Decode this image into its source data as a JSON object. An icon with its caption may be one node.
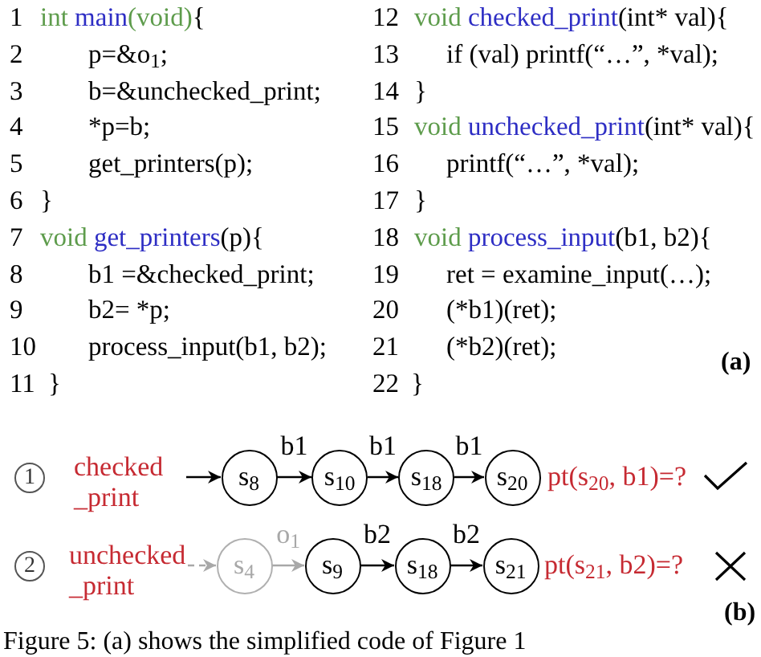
{
  "diagram": {
    "caption": "Figure 5: (a) shows the simplified code of Figure 1",
    "nodes": [
      {
        "text": [
          "checked _print"
        ]
      },
      {
        "text": [
          "s$_{8}$"
        ]
      },
      {
        "text": [
          "s$_{10}$"
        ]
      },
      {
        "text": [
          "s$_{18}$"
        ]
      },
      {
        "text": [
          "s$_{20}$"
        ]
      },
      {
        "text": [
          "unchecked _print"
        ]
      },
      {
        "text": [
          "s$_{4}$"
        ]
      },
      {
        "text": [
          "s$_{9}$"
        ]
      },
      {
        "text": [
          "s$_{18}$"
        ]
      },
      {
        "text": [
          "s$_{21}$"
        ]
      }
    ],
    "edges": [
      {
        "from": 0,
        "to": 1,
        "arrow": "to"
      },
      {
        "from": 1,
        "to": 2,
        "arrow": "to",
        "label": "b1"
      },
      {
        "from": 2,
        "to": 3,
        "arrow": "to",
        "label": "b1"
      },
      {
        "from": 3,
        "to": 4,
        "arrow": "to",
        "label": "b1"
      },
      {
        "from": 5,
        "to": 6,
        "arrow": "to",
        "style": "dashed",
        "color": "#a8a8a8"
      },
      {
        "from": 6,
        "to": 7,
        "arrow": "to",
        "label": "o$_{1}$",
        "color": "#a8a8a8"
      },
      {
        "from": 7,
        "to": 8,
        "arrow": "to",
        "label": "b2"
      },
      {
        "from": 8,
        "to": 9,
        "arrow": "to",
        "label": "b2"
      }
    ],
    "labels": [
      "1",
      "int",
      "main",
      "(void)",
      "{",
      "2",
      "p=&o$_{1}$;",
      "3",
      "b=&unchecked_print;",
      "4",
      "*p=b;",
      "5",
      "get_printers(p);",
      "6",
      "}",
      "7",
      "void",
      "get_printers",
      "(p){",
      "8",
      "b1 =&checked_print;",
      "9",
      "b2= *p;",
      "10",
      "process_input(b1, b2);",
      "11",
      "}",
      "12",
      "void",
      "checked_print",
      "(int* val){",
      "13",
      "if (val) printf(“…”, *val);",
      "14",
      "}",
      "15",
      "void",
      "unchecked_print",
      "(int* val){",
      "16",
      "printf(“…”, *val);",
      "17",
      "}",
      "18",
      "void",
      "process_input",
      "(b1, b2){",
      "19",
      "ret = examine_input(…);",
      "20",
      "(*b1)(ret);",
      "21",
      "(*b2)(ret);",
      "(a)",
      "22",
      "}",
      "1",
      "pt(s$_{20}$, b1)=?",
      "2",
      "pt(s$_{21}$, b2)=?",
      "(b)"
    ]
  }
}
